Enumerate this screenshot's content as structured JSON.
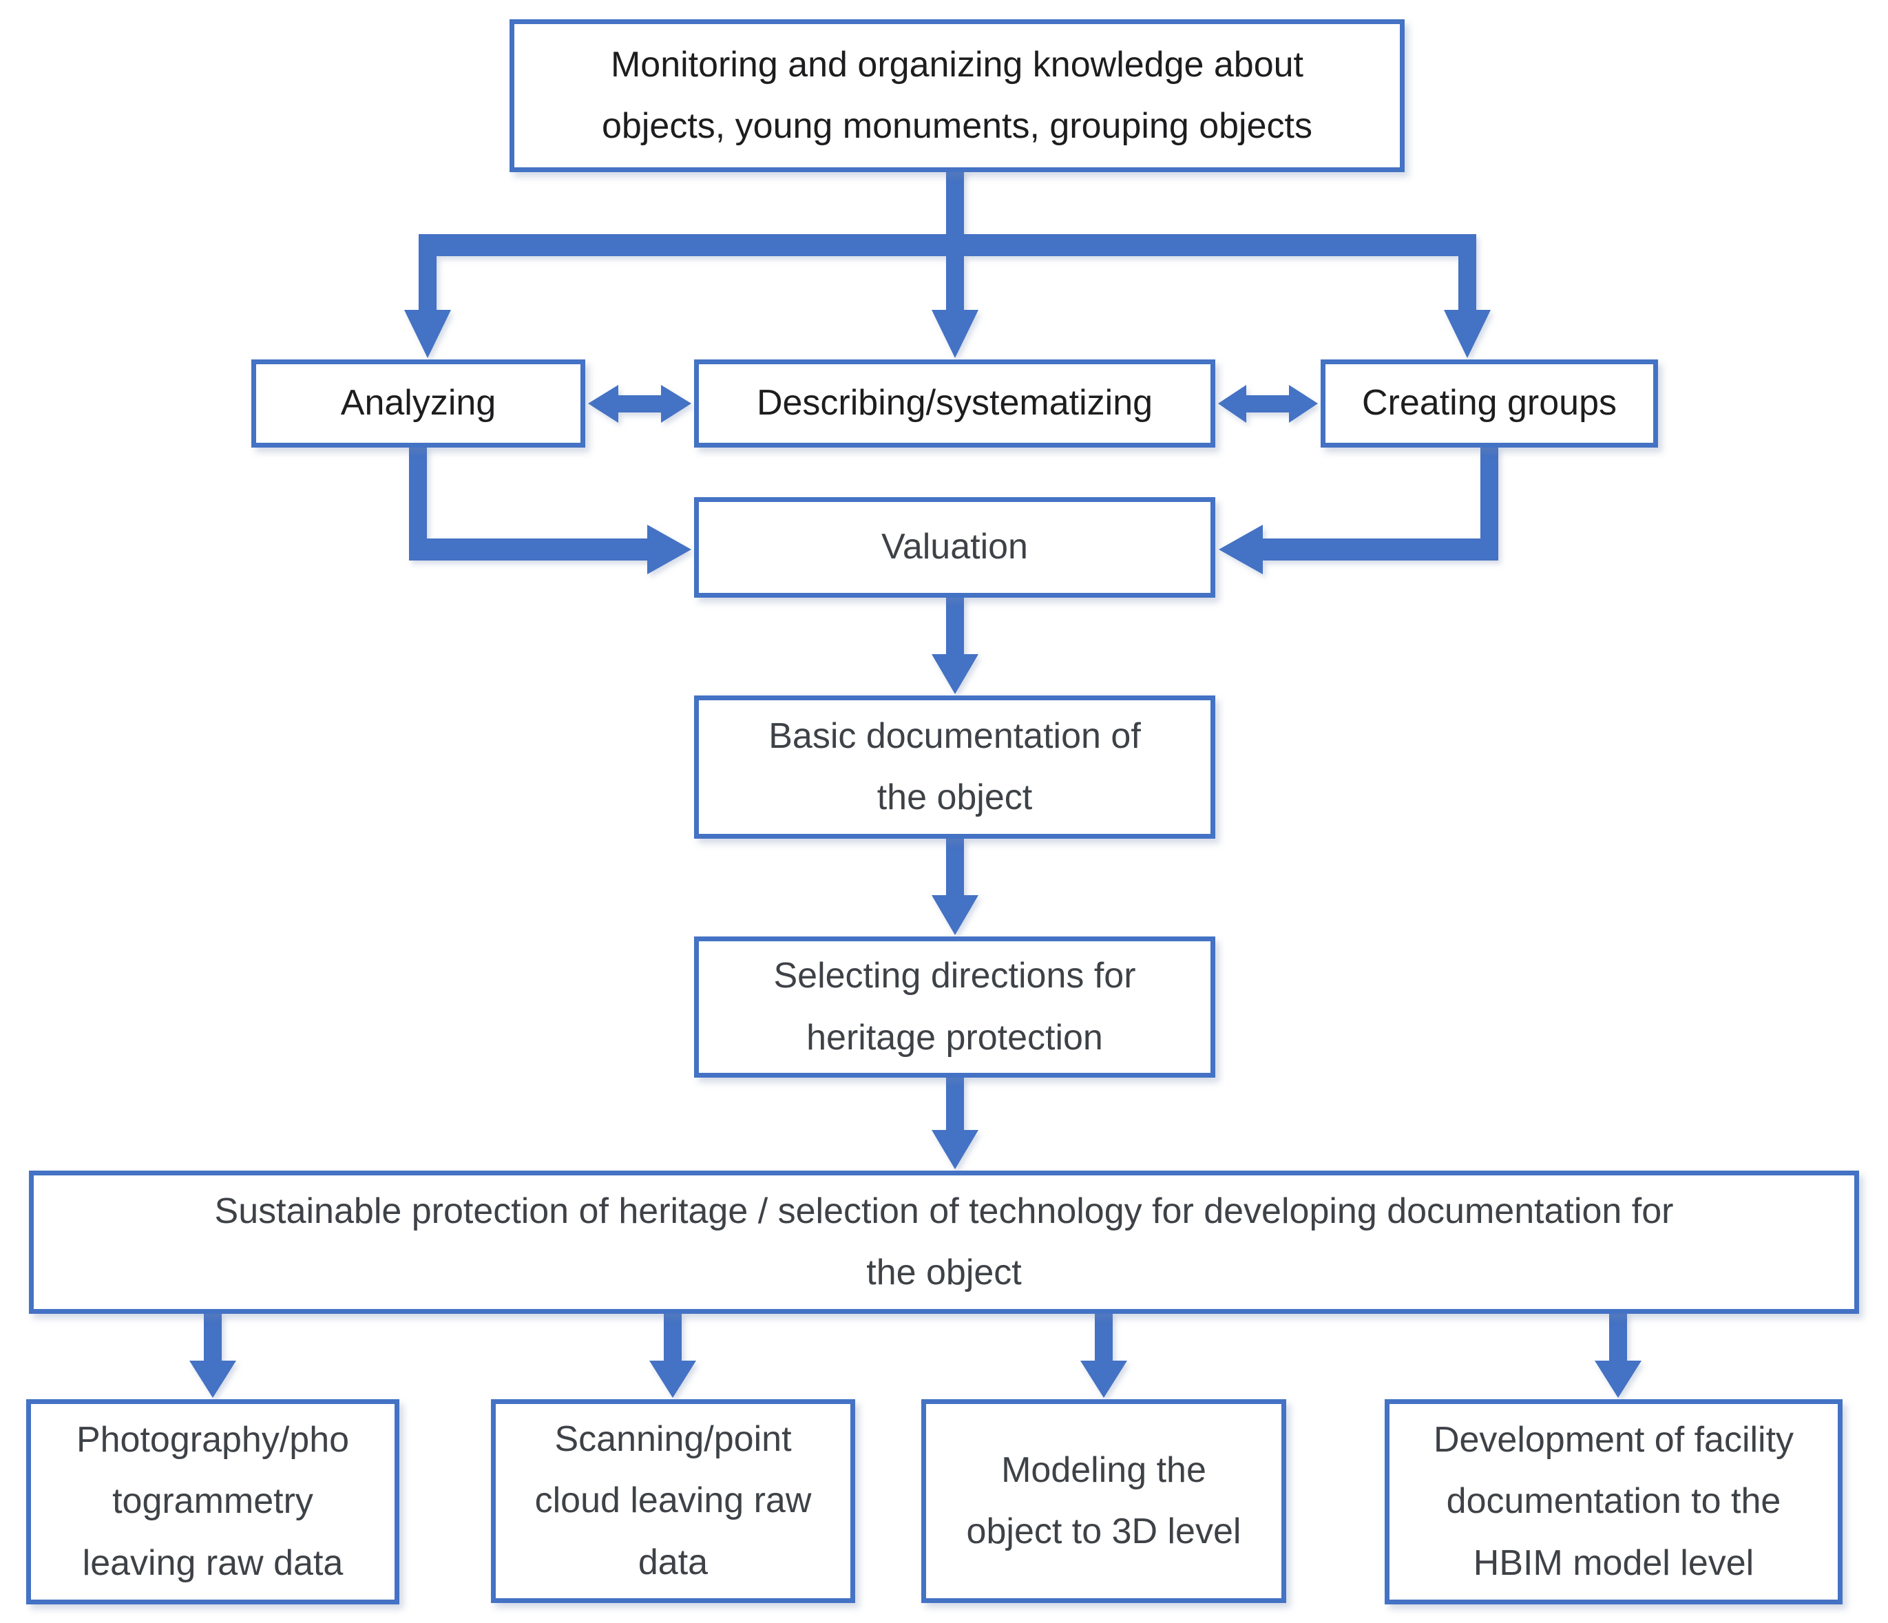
{
  "colors": {
    "accent_blue": "#4472C4",
    "box_fill": "#ffffff",
    "text_primary": "#1d1d1f",
    "text_secondary": "#3e4247"
  },
  "nodes": {
    "monitoring": {
      "label": "Monitoring and organizing knowledge about\nobjects, young monuments, grouping objects"
    },
    "analyzing": {
      "label": "Analyzing"
    },
    "describing": {
      "label": "Describing/systematizing"
    },
    "creating_groups": {
      "label": "Creating groups"
    },
    "valuation": {
      "label": "Valuation"
    },
    "basic_documentation": {
      "label": "Basic documentation of\nthe object"
    },
    "selecting_directions": {
      "label": "Selecting directions for\nheritage protection"
    },
    "sustainable_protection": {
      "label": "Sustainable protection of heritage / selection of technology for developing documentation for\nthe object"
    },
    "photography": {
      "label": "Photography/pho\ntogrammetry\nleaving raw data"
    },
    "scanning": {
      "label": "Scanning/point\ncloud leaving raw\ndata"
    },
    "modeling": {
      "label": "Modeling the\nobject to 3D level"
    },
    "development_hbim": {
      "label": "Development of facility\ndocumentation to the\nHBIM model level"
    }
  }
}
